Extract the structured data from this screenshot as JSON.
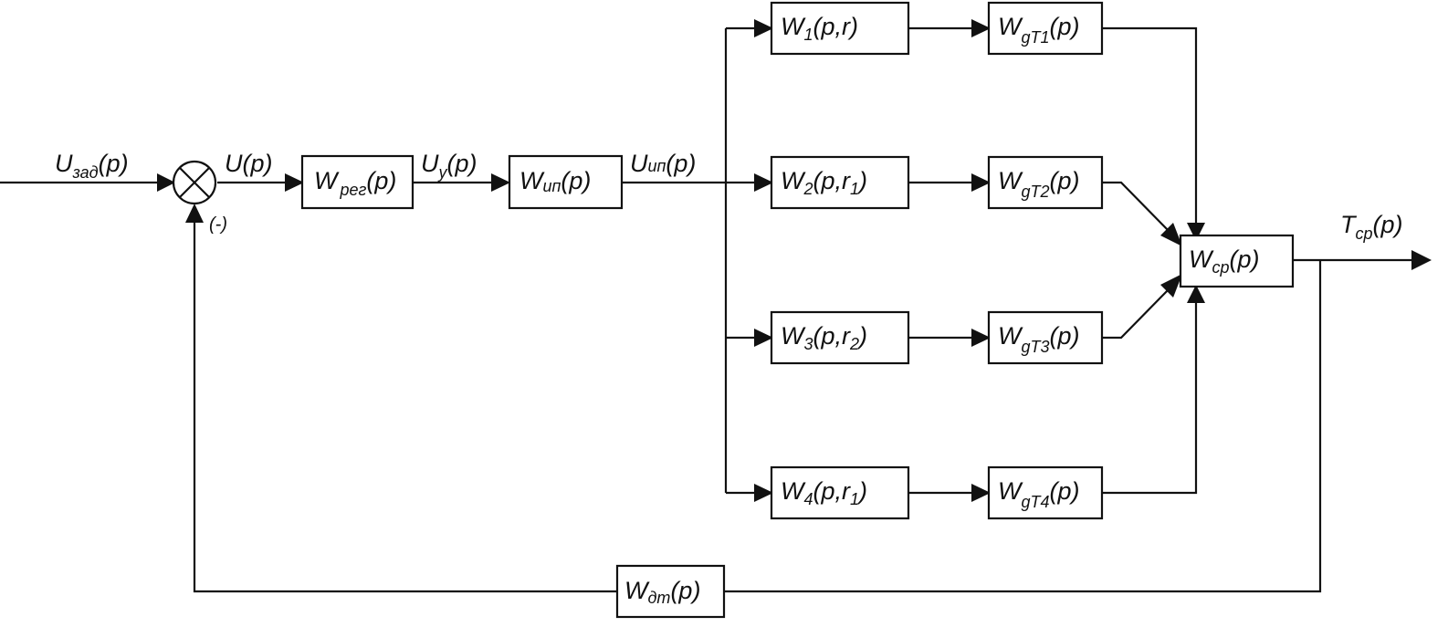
{
  "diagram": {
    "type": "block-diagram",
    "signals": {
      "input": {
        "main": "U",
        "sub": "зад",
        "arg": "(p)"
      },
      "error": {
        "main": "U",
        "sub": "",
        "arg": "(p)"
      },
      "control": {
        "main": "U",
        "sub": "y",
        "arg": "(p)"
      },
      "source_out": {
        "main": "U",
        "sub": "ип",
        "arg": "(p)"
      },
      "output": {
        "main": "T",
        "sub": "cp",
        "arg": "(p)"
      }
    },
    "summing_junction": {
      "feedback_sign": "(-)"
    },
    "blocks": {
      "regulator": {
        "main": "W",
        "sub": "рег",
        "arg": "(p)"
      },
      "source": {
        "main": "W",
        "sub": "ип",
        "arg": "(p)"
      },
      "w1": {
        "main": "W",
        "sub": "1",
        "arg": "(p,r)",
        "arg_sub": ""
      },
      "w2": {
        "main": "W",
        "sub": "2",
        "arg": "(p,r",
        "arg_sub": "1",
        "arg_close": ")"
      },
      "w3": {
        "main": "W",
        "sub": "3",
        "arg": "(p,r",
        "arg_sub": "2",
        "arg_close": ")"
      },
      "w4": {
        "main": "W",
        "sub": "4",
        "arg": "(p,r",
        "arg_sub": "1",
        "arg_close": ")"
      },
      "wg1": {
        "main": "W",
        "sub": "gT1",
        "arg": "(p)"
      },
      "wg2": {
        "main": "W",
        "sub": "gT2",
        "arg": "(p)"
      },
      "wg3": {
        "main": "W",
        "sub": "gT3",
        "arg": "(p)"
      },
      "wg4": {
        "main": "W",
        "sub": "gT4",
        "arg": "(p)"
      },
      "mix": {
        "main": "W",
        "sub": "cp",
        "arg": "(p)"
      },
      "sensor": {
        "main": "W",
        "sub": "дт",
        "arg": "(p)"
      }
    }
  }
}
